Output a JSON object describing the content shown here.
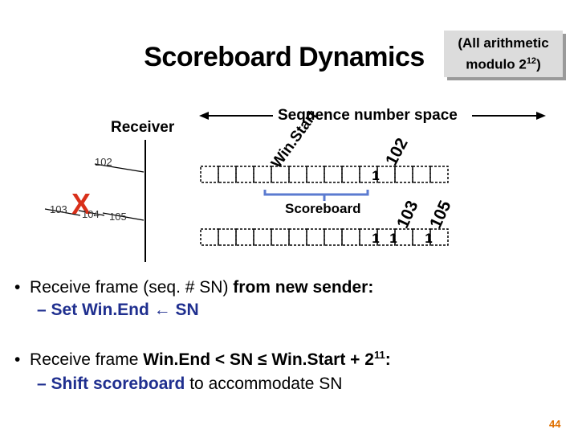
{
  "title": "Scoreboard Dynamics",
  "note": {
    "line1": "(All arithmetic",
    "line2_prefix": "modulo 2",
    "line2_exp": "12",
    "line2_suffix": ")"
  },
  "receiver_label": "Receiver",
  "sequence_label": "Sequence number space",
  "win_start_label": "Win.Start",
  "scoreboard_label": "Scoreboard",
  "frames": {
    "f102": "102",
    "f103": "103",
    "f104": "104",
    "f105": "105"
  },
  "seq_102": "102",
  "seq_103": "103",
  "seq_105": "105",
  "row1_cells": [
    "1"
  ],
  "row2_cells": [
    "1",
    "1",
    "1"
  ],
  "lost_marker": "X",
  "bullet1": {
    "main_a": "Receive frame (seq. # SN) ",
    "main_b": "from new sender:",
    "sub_a": "Set Win.End ",
    "arrow": "←",
    "sub_b": " SN"
  },
  "bullet2": {
    "main_a": "Receive frame ",
    "main_b": "Win.End < SN ≤ Win.Start + 2",
    "main_exp": "11",
    "main_c": ":",
    "sub_a": "Shift scoreboard",
    "sub_b": " to accommodate SN"
  },
  "page_number": "44",
  "colors": {
    "accent_blue": "#1f2f8f",
    "note_box": "#dcdcdc",
    "page_number": "#e07000",
    "lost_x": "#d9301a"
  }
}
